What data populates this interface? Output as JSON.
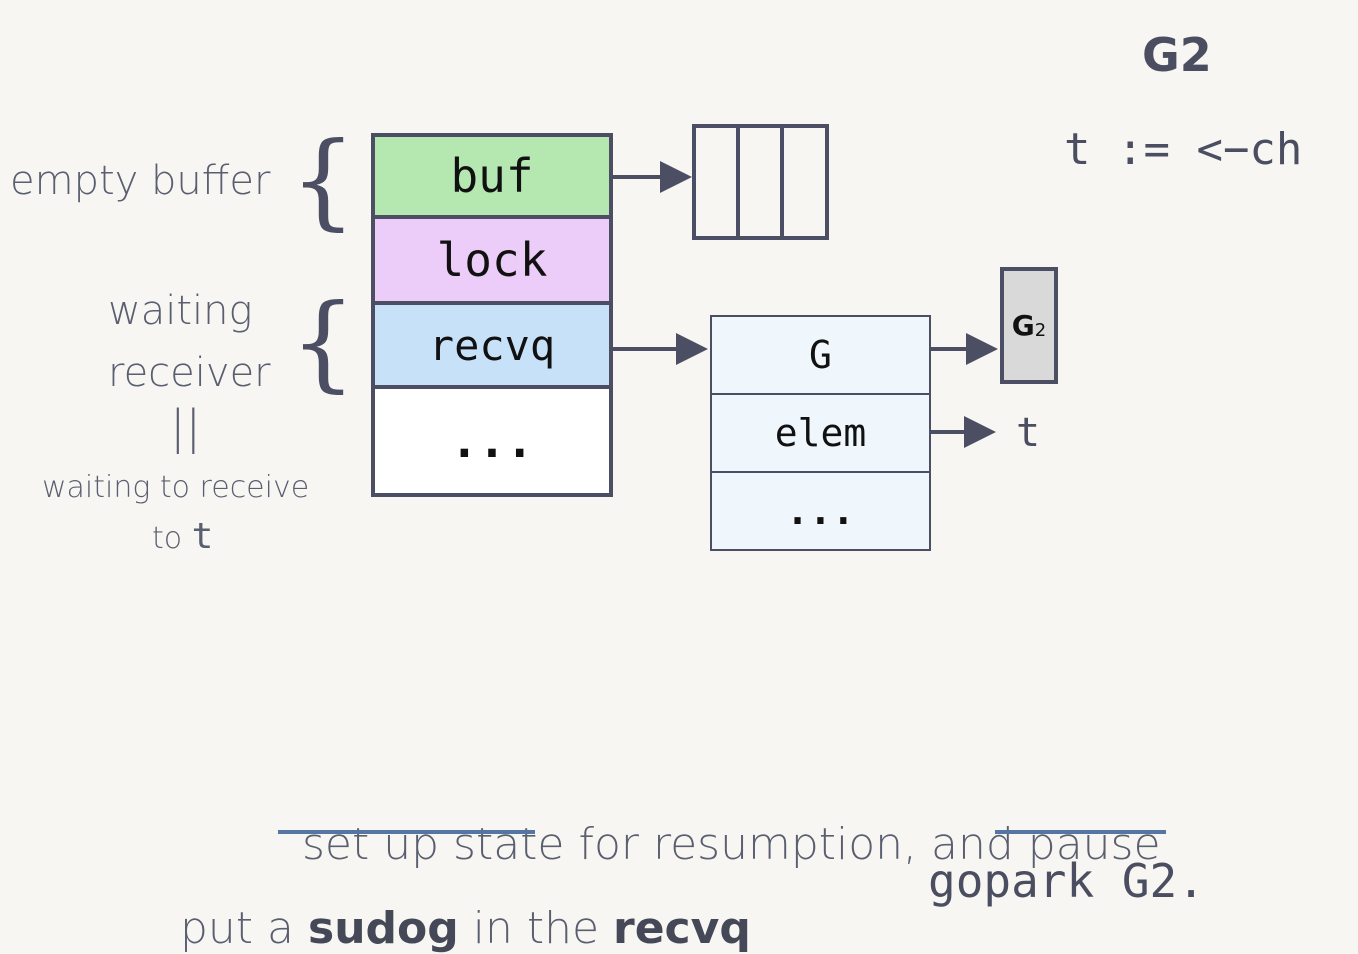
{
  "header": {
    "goroutine": "G2",
    "code": "t := <−ch"
  },
  "hchan": {
    "fields": [
      "buf",
      "lock",
      "recvq",
      "..."
    ],
    "colors": {
      "buf": "#b5e8b1",
      "lock": "#ecccf8",
      "recvq": "#c7e1f9",
      "rest": "#ffffff"
    }
  },
  "annotations": {
    "empty_buffer": "empty buffer",
    "waiting": "waiting",
    "receiver": "receiver",
    "equals": "||",
    "waiting_to_receive": "waiting to receive",
    "to": "to",
    "t_var": "t"
  },
  "sudog": {
    "fields": [
      "G",
      "elem",
      "..."
    ],
    "g_box": {
      "main": "G",
      "sub": "2"
    },
    "elem_target": "t"
  },
  "footer": {
    "left_underlined": "set up state",
    "middle": " for resumption, and ",
    "right_underlined": "pause",
    "line2_parts": [
      "put a ",
      "sudog",
      " in the ",
      "recvq"
    ],
    "gopark": "gopark G2."
  }
}
